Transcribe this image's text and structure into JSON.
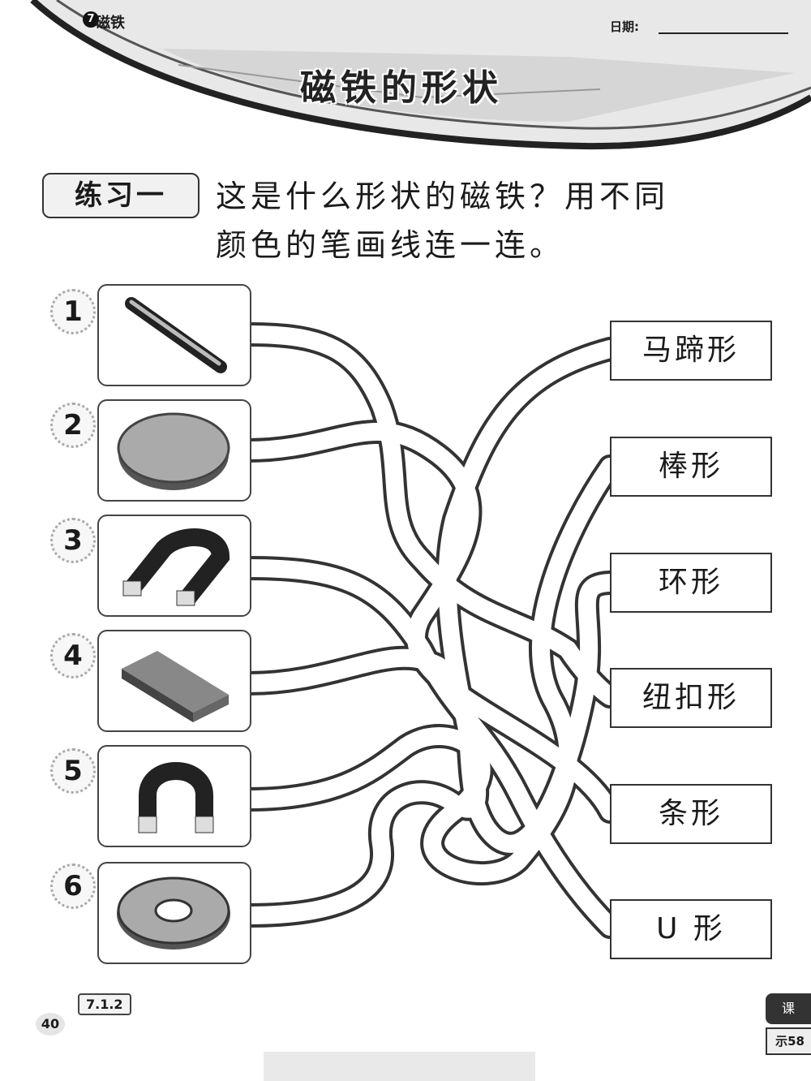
{
  "header": {
    "unit_number": "7",
    "unit_title": "磁铁",
    "date_label": "日期:",
    "page_title": "磁铁的形状"
  },
  "exercise": {
    "tag": "练习一",
    "instruction_line1": "这是什么形状的磁铁？用不同",
    "instruction_line2": "颜色的笔画线连一连。"
  },
  "magnets": [
    {
      "number": "1",
      "icon": "bar-magnet-thin-icon"
    },
    {
      "number": "2",
      "icon": "button-magnet-icon"
    },
    {
      "number": "3",
      "icon": "horseshoe-magnet-icon"
    },
    {
      "number": "4",
      "icon": "bar-magnet-block-icon"
    },
    {
      "number": "5",
      "icon": "u-magnet-icon"
    },
    {
      "number": "6",
      "icon": "ring-magnet-icon"
    }
  ],
  "shape_labels": [
    "马蹄形",
    "棒形",
    "环形",
    "纽扣形",
    "条形",
    "U 形"
  ],
  "footer": {
    "code": "7.1.2",
    "page_number": "40",
    "side_tab": "课",
    "side_code": "示58"
  }
}
